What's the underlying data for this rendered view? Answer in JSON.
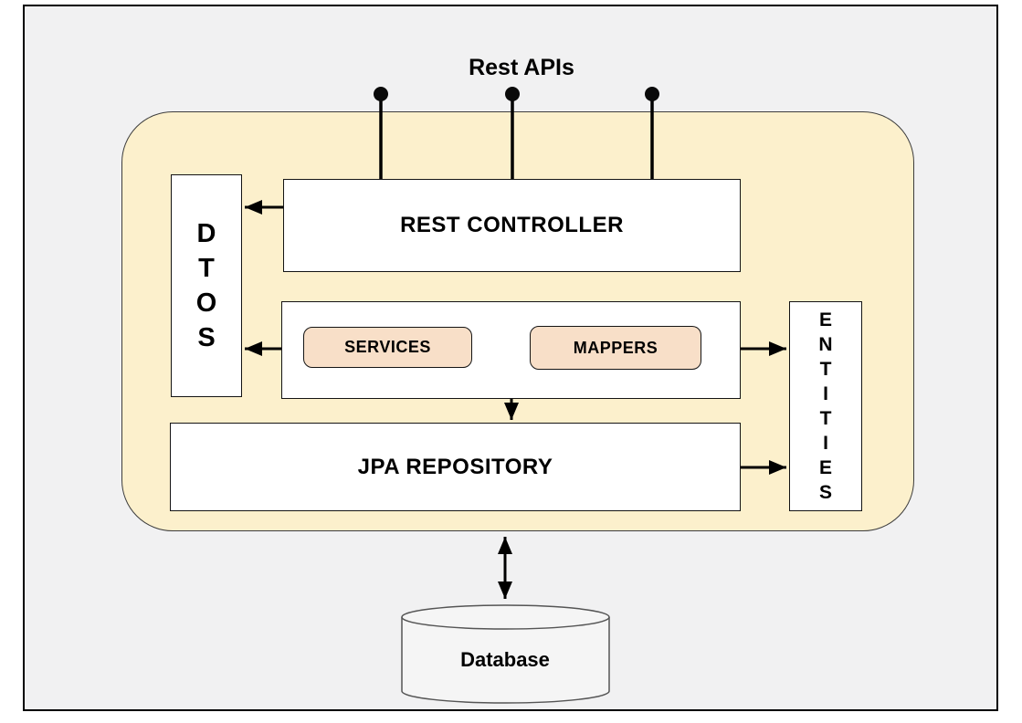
{
  "diagram": {
    "title": "Rest APIs",
    "nodes": {
      "rest_controller": {
        "label": "REST CONTROLLER"
      },
      "dtos": {
        "label": "DTOS"
      },
      "services": {
        "label": "SERVICES"
      },
      "mappers": {
        "label": "MAPPERS"
      },
      "entities": {
        "label": "ENTITIES"
      },
      "jpa_repository": {
        "label": "JPA REPOSITORY"
      },
      "database": {
        "label": "Database"
      }
    },
    "edges": [
      {
        "from": "rest_apis_endpoints",
        "to": "rest_controller",
        "style": "line-with-dot",
        "count": 3
      },
      {
        "from": "rest_controller",
        "to": "dtos",
        "arrow": "left"
      },
      {
        "from": "services_layer",
        "to": "dtos",
        "arrow": "left"
      },
      {
        "from": "services_layer",
        "to": "entities",
        "arrow": "right"
      },
      {
        "from": "services_layer",
        "to": "jpa_repository",
        "arrow": "down"
      },
      {
        "from": "jpa_repository",
        "to": "entities",
        "arrow": "right"
      },
      {
        "from": "jpa_repository",
        "to": "database",
        "arrow": "both"
      }
    ],
    "colors": {
      "canvas_bg": "#F1F1F2",
      "container_fill": "#FCF0CC",
      "node_fill": "#FFFFFF",
      "accent_fill": "#F8DFC8",
      "cylinder_fill": "#F5F5F5",
      "line_color": "#000000"
    }
  }
}
